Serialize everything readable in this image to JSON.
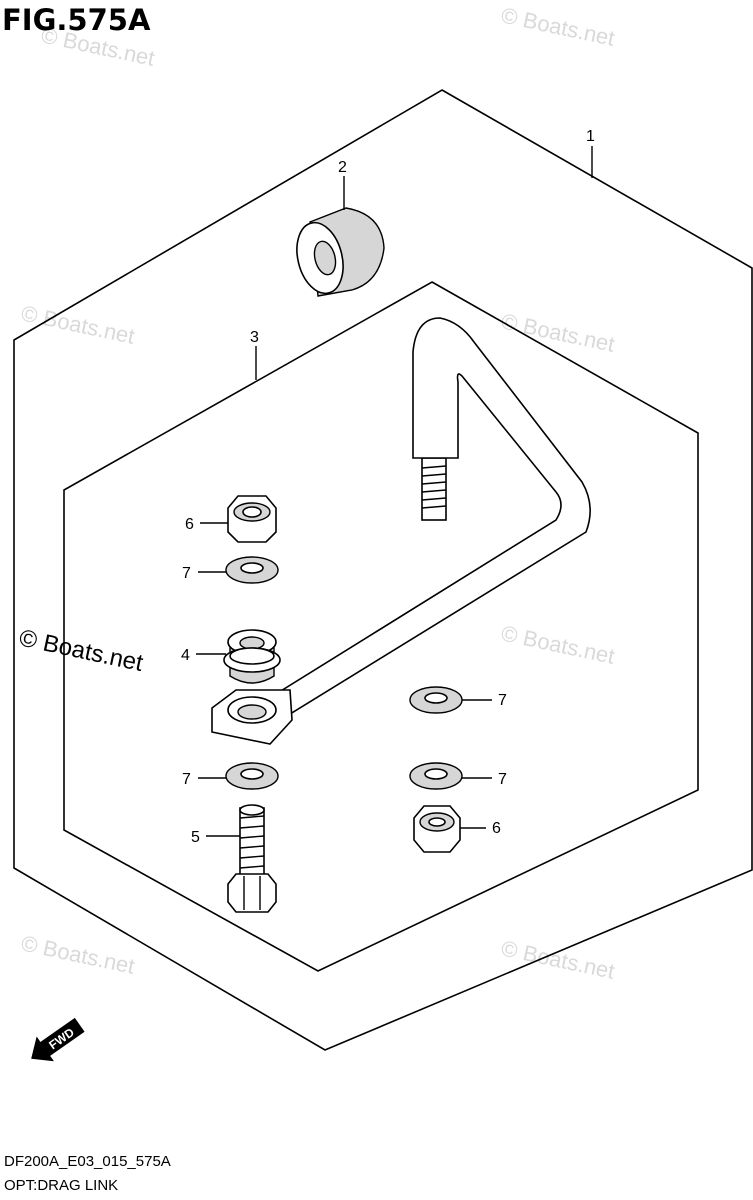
{
  "figure": {
    "title": "FIG.575A",
    "code": "DF200A_E03_015_575A",
    "caption": "OPT:DRAG LINK"
  },
  "watermark": {
    "text": "© Boats.net"
  },
  "direction_indicator": {
    "label": "FWD"
  },
  "callouts": [
    {
      "id": "callout-1",
      "number": "1",
      "part": "drag-link-kit"
    },
    {
      "id": "callout-2",
      "number": "2",
      "part": "bushing"
    },
    {
      "id": "callout-3",
      "number": "3",
      "part": "drag-link-rod"
    },
    {
      "id": "callout-4",
      "number": "4",
      "part": "bushing-collar"
    },
    {
      "id": "callout-5",
      "number": "5",
      "part": "bolt"
    },
    {
      "id": "callout-6a",
      "number": "6",
      "part": "nut"
    },
    {
      "id": "callout-6b",
      "number": "6",
      "part": "nut"
    },
    {
      "id": "callout-7a",
      "number": "7",
      "part": "washer"
    },
    {
      "id": "callout-7b",
      "number": "7",
      "part": "washer"
    },
    {
      "id": "callout-7c",
      "number": "7",
      "part": "washer"
    },
    {
      "id": "callout-7d",
      "number": "7",
      "part": "washer"
    }
  ]
}
